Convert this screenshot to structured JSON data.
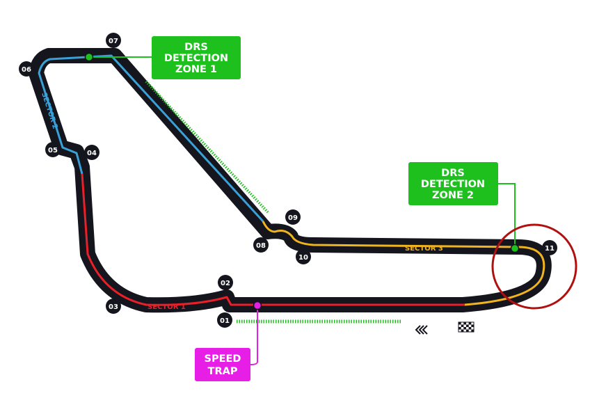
{
  "drs_zone_1": {
    "lines": [
      "DRS",
      "DETECTION",
      "ZONE 1"
    ],
    "color": "#1ec01e"
  },
  "drs_zone_2": {
    "lines": [
      "DRS",
      "DETECTION",
      "ZONE 2"
    ],
    "color": "#1ec01e"
  },
  "speed_trap": {
    "lines": [
      "SPEED",
      "TRAP"
    ],
    "color": "#e61ee6"
  },
  "sectors": {
    "sector_1": {
      "label": "SECTOR 1",
      "color": "#e8202a"
    },
    "sector_2": {
      "label": "SECTOR 2",
      "color": "#3aa0d8"
    },
    "sector_3": {
      "label": "SECTOR 3",
      "color": "#f0b41e"
    }
  },
  "turns": [
    "01",
    "02",
    "03",
    "04",
    "05",
    "06",
    "07",
    "08",
    "09",
    "10",
    "11"
  ],
  "highlight_circle_color": "#b01010",
  "track_color": "#15151e",
  "icons": [
    "chevrons-icon",
    "checkered-flag-icon"
  ]
}
